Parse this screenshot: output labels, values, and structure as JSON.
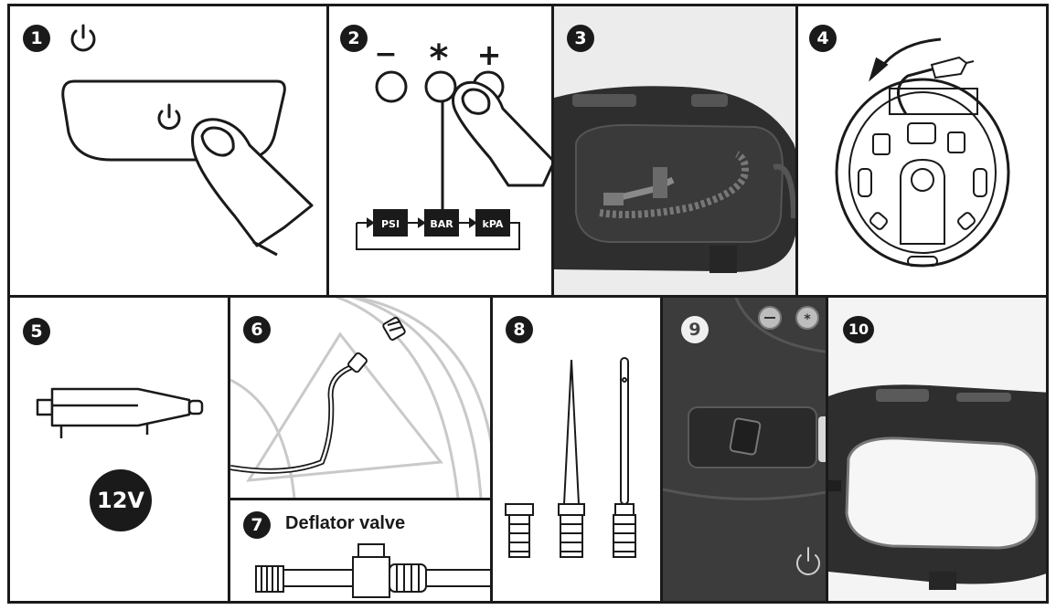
{
  "steps": [
    {
      "number": "1"
    },
    {
      "number": "2"
    },
    {
      "number": "3"
    },
    {
      "number": "4"
    },
    {
      "number": "5"
    },
    {
      "number": "6"
    },
    {
      "number": "7"
    },
    {
      "number": "8"
    },
    {
      "number": "9"
    },
    {
      "number": "10"
    }
  ],
  "panel2": {
    "minus_symbol": "−",
    "star_symbol": "*",
    "plus_symbol": "+",
    "units": [
      "PSI",
      "BAR",
      "kPA"
    ]
  },
  "panel5": {
    "voltage": "12V"
  },
  "panel7": {
    "caption": "Deflator valve"
  },
  "icons": {
    "power": "power-icon",
    "car_plug": "car-plug-icon",
    "rotate_arrow": "rotate-arrow-icon"
  },
  "colors": {
    "ink": "#1a1a1a",
    "device_body": "#2e2e2e",
    "light_panel": "#f2f2f2"
  }
}
